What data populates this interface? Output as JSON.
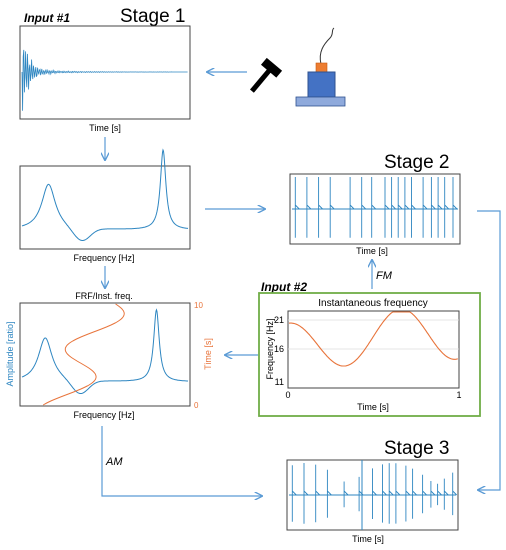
{
  "stages": {
    "stage1": "Stage 1",
    "stage2": "Stage 2",
    "stage3": "Stage 3"
  },
  "inputs": {
    "input1": "Input #1",
    "input2": "Input #2"
  },
  "labels": {
    "time_s": "Time [s]",
    "frequency_hz": "Frequency [Hz]",
    "frf_inst_freq": "FRF/Inst. freq.",
    "fm": "FM",
    "am": "AM"
  },
  "frf_plot": {
    "ylabel_left": "Amplitude [ratio]",
    "ylabel_right": "Time [s]",
    "right_tick_top": "10",
    "right_tick_bottom": "0"
  },
  "inst_freq_plot": {
    "title": "Instantaneous frequency",
    "ylabel": "Frequency [Hz]",
    "xlabel": "Time [s]",
    "yticks": [
      "21",
      "16",
      "11"
    ],
    "xticks": [
      "0",
      "1"
    ]
  },
  "colors": {
    "signal_blue": "#2e86c1",
    "arrow_blue": "#5b9bd5",
    "orange": "#e8743b",
    "green_frame": "#70ad47",
    "black": "#000000"
  },
  "icons": [
    "hammer-icon",
    "accelerometer-icon"
  ]
}
